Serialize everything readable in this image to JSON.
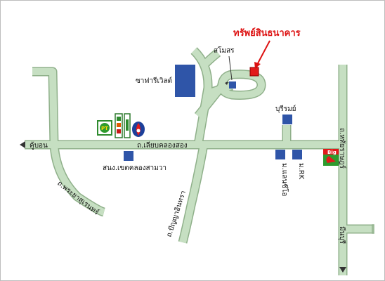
{
  "colors": {
    "road_fill": "#c6dfc2",
    "road_edge": "#8fb08a",
    "building": "#2f55a8",
    "target": "#e21a1a",
    "border": "#bdbdbd",
    "arrow": "#dd1111"
  },
  "landmarks": {
    "target_bank": "ทรัพย์สินธนาคาร",
    "samosorn": "สโมสร",
    "safari_world": "ซาฟารีเวิลด์",
    "buriram": "บุรีรมย์",
    "school": "สนง.เขตคลองสามวา",
    "mae_hae": "ม.แลนซีโอ",
    "rk": "ม.RK"
  },
  "roads": {
    "khu_bon": "คู้บอน",
    "liap_khlong_song": "ถ.เลียบคลองสอง",
    "phraya_suren": "ถ.พระยาสุเรนทร์",
    "panya_indra": "ถ.ปัญญาอินทรา",
    "hathairat": "ถ.หทัยราษฎร์",
    "minburi": "มีนบุรี"
  },
  "icons": {
    "pt_station": "pt-gas-station-icon",
    "seven_eleven": "seven-eleven-icon",
    "ptt_station": "ptt-gas-station-icon",
    "big_c": "big-c-icon"
  },
  "brand_text": {
    "pt": "PT",
    "big_c": "Big"
  }
}
